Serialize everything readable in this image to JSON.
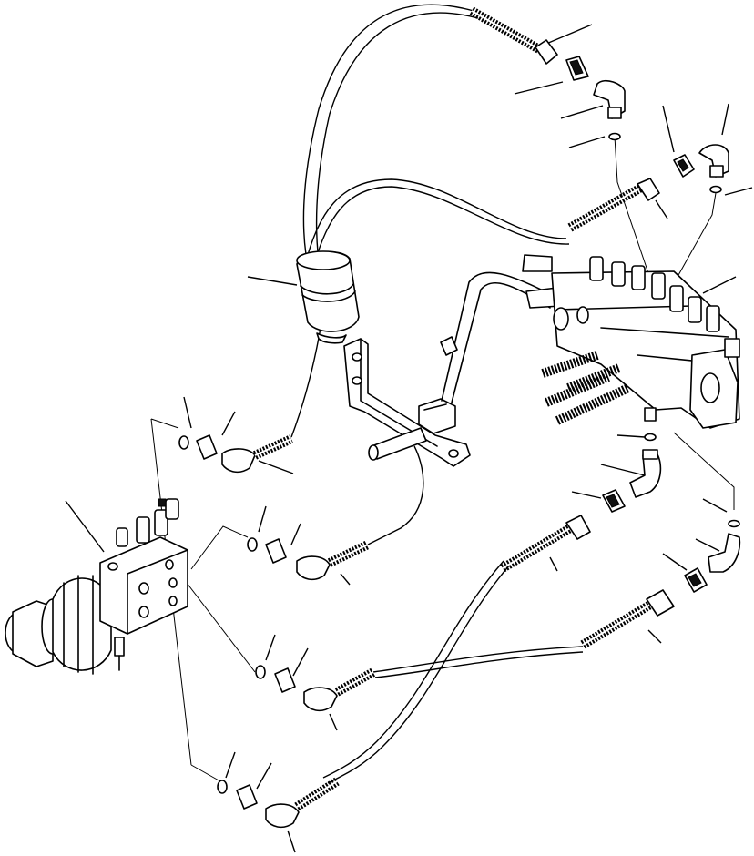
{
  "diagram": {
    "labels": [],
    "colors": {
      "ink": "#000000",
      "paper": "#ffffff"
    },
    "components": [
      "hydraulic-motor",
      "valve-block",
      "control-valve-assembly",
      "protective-sleeve",
      "mounting-bracket",
      "hose-assembly",
      "elbow-fitting",
      "adapter-fitting",
      "o-ring"
    ]
  }
}
